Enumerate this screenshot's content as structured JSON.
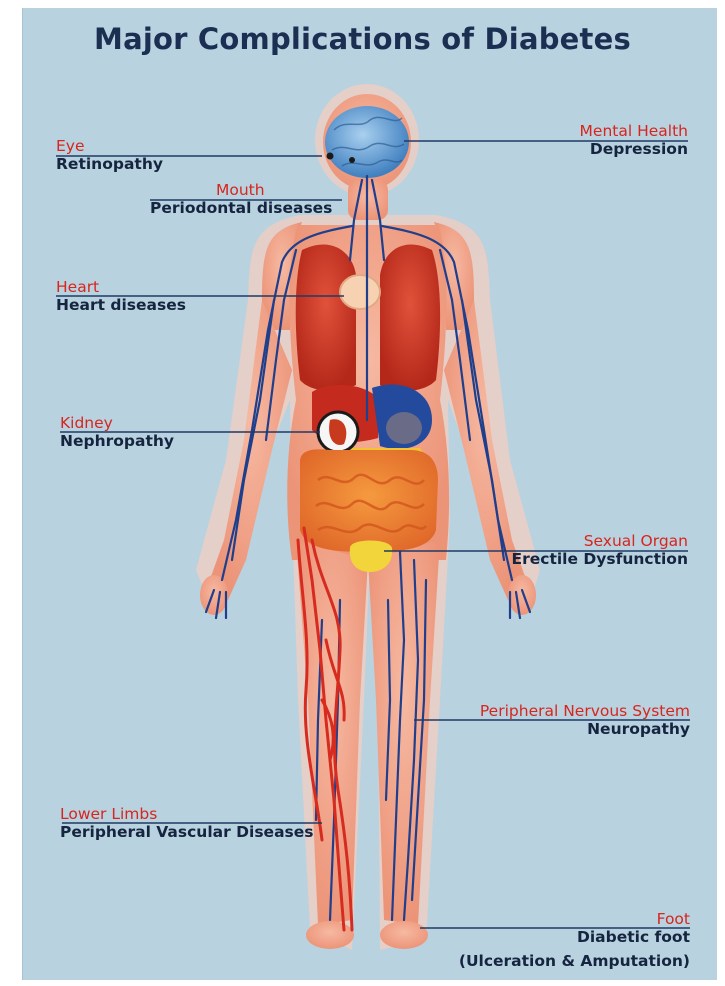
{
  "title": "Major Complications of Diabetes",
  "labels": {
    "eye": {
      "organ": "Eye",
      "condition": "Retinopathy"
    },
    "mouth": {
      "organ": "Mouth",
      "condition": "Periodontal diseases"
    },
    "heart": {
      "organ": "Heart",
      "condition": "Heart diseases"
    },
    "kidney": {
      "organ": "Kidney",
      "condition": "Nephropathy"
    },
    "lower_limbs": {
      "organ": "Lower Limbs",
      "condition": "Peripheral Vascular Diseases"
    },
    "mental_health": {
      "organ": "Mental Health",
      "condition": "Depression"
    },
    "sexual_organ": {
      "organ": "Sexual Organ",
      "condition": "Erectile Dysfunction"
    },
    "pns": {
      "organ": "Peripheral Nervous System",
      "condition": "Neuropathy"
    },
    "foot": {
      "organ": "Foot",
      "condition": "Diabetic foot",
      "condition2": "(Ulceration & Amputation)"
    }
  },
  "colors": {
    "background": "#b9d2df",
    "title": "#1a2f52",
    "organ_label": "#d6261e",
    "condition_label": "#15253f",
    "skin": "#f2a890",
    "vein": "#1f3f8c",
    "artery": "#d62b1e"
  }
}
